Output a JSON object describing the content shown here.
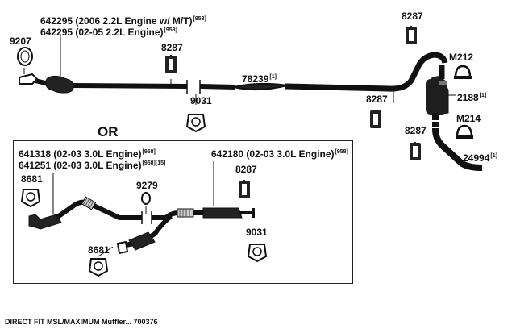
{
  "labels": {
    "p642295_a": {
      "text": "642295 (2006 2.2L Engine w/ M/T)",
      "note": "[958]"
    },
    "p642295_b": {
      "text": "642295 (02-05 2.2L Engine)",
      "note": "[958]"
    },
    "p9207": {
      "text": "9207"
    },
    "p8287_a": {
      "text": "8287"
    },
    "p8287_b": {
      "text": "8287"
    },
    "p8287_c": {
      "text": "8287"
    },
    "p8287_d": {
      "text": "8287"
    },
    "p8287_e": {
      "text": "8287"
    },
    "p78239": {
      "text": "78239",
      "note": "[1]"
    },
    "p9031_a": {
      "text": "9031"
    },
    "p9031_b": {
      "text": "9031"
    },
    "pM212": {
      "text": "M212"
    },
    "p2188": {
      "text": "2188",
      "note": "[1]"
    },
    "pM214": {
      "text": "M214"
    },
    "p24994": {
      "text": "24994",
      "note": "[1]"
    },
    "or": {
      "text": "OR"
    },
    "p641318": {
      "text": "641318 (02-03 3.0L Engine)",
      "note": "[958]"
    },
    "p641251": {
      "text": "641251 (02-03 3.0L Engine)",
      "note": "[958][15]"
    },
    "p642180": {
      "text": "642180 (02-03 3.0L Engine)",
      "note": "[958]"
    },
    "p8681_a": {
      "text": "8681"
    },
    "p8681_b": {
      "text": "8681"
    },
    "p9279": {
      "text": "9279"
    }
  },
  "caption": "DIRECT FIT MSL/MAXIMUM Muffler... 700376"
}
